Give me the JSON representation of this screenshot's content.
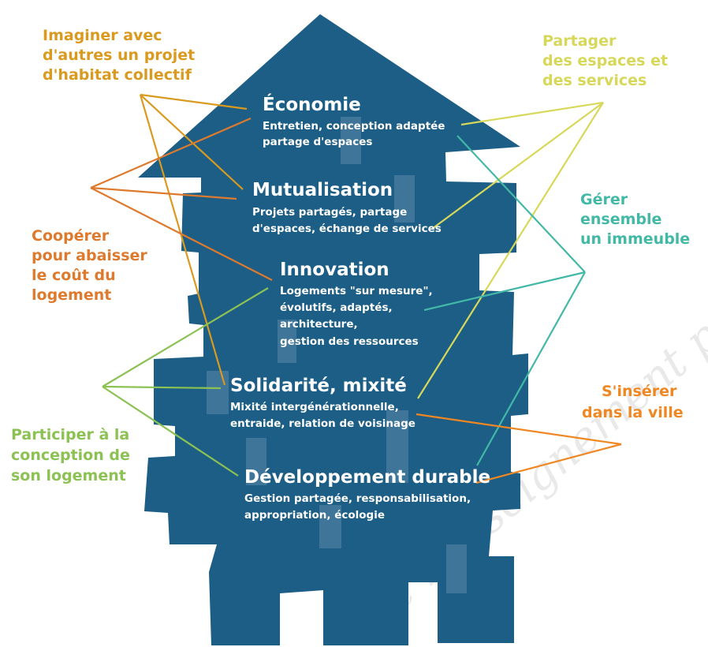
{
  "colors": {
    "house": "#1c5e86",
    "window": "#5b88a8",
    "text_light": "#ffffff",
    "goal_imaginer": "#d99a1f",
    "goal_cooperer": "#de7a2e",
    "goal_partager": "#d7d85a",
    "goal_gerer": "#42b8a6",
    "goal_participer": "#8cc153",
    "goal_inserer": "#ef8722",
    "watermark": "#d8d8d8"
  },
  "watermark": "de l'enseignement pr",
  "pillars": [
    {
      "title": "Économie",
      "lines": [
        "Entretien, conception adaptée",
        "partage d'espaces"
      ]
    },
    {
      "title": "Mutualisation",
      "lines": [
        "Projets partagés, partage",
        "d'espaces, échange de services"
      ]
    },
    {
      "title": "Innovation",
      "lines": [
        "Logements \"sur mesure\",",
        "évolutifs, adaptés,",
        "architecture,",
        "gestion des ressources"
      ]
    },
    {
      "title": "Solidarité, mixité",
      "lines": [
        "Mixité intergénérationnelle,",
        "entraide, relation de voisinage"
      ]
    },
    {
      "title": "Développement durable",
      "lines": [
        "Gestion partagée, responsabilisation,",
        "appropriation, écologie"
      ]
    }
  ],
  "goals": [
    {
      "id": "imaginer",
      "lines": [
        "Imaginer avec",
        "d'autres un projet",
        "d'habitat collectif"
      ],
      "color": "#d99a1f"
    },
    {
      "id": "cooperer",
      "lines": [
        "Coopérer",
        "pour abaisser",
        "le coût du",
        "logement"
      ],
      "color": "#de7a2e"
    },
    {
      "id": "participer",
      "lines": [
        "Participer à la",
        "conception de",
        "son logement"
      ],
      "color": "#8cc153"
    },
    {
      "id": "partager",
      "lines": [
        "Partager",
        "des espaces et",
        "des services"
      ],
      "color": "#d7d85a"
    },
    {
      "id": "gerer",
      "lines": [
        "Gérer",
        "ensemble",
        "un immeuble"
      ],
      "color": "#42b8a6"
    },
    {
      "id": "inserer",
      "lines": [
        "S'insérer",
        "dans la ville"
      ],
      "color": "#ef8722"
    }
  ]
}
